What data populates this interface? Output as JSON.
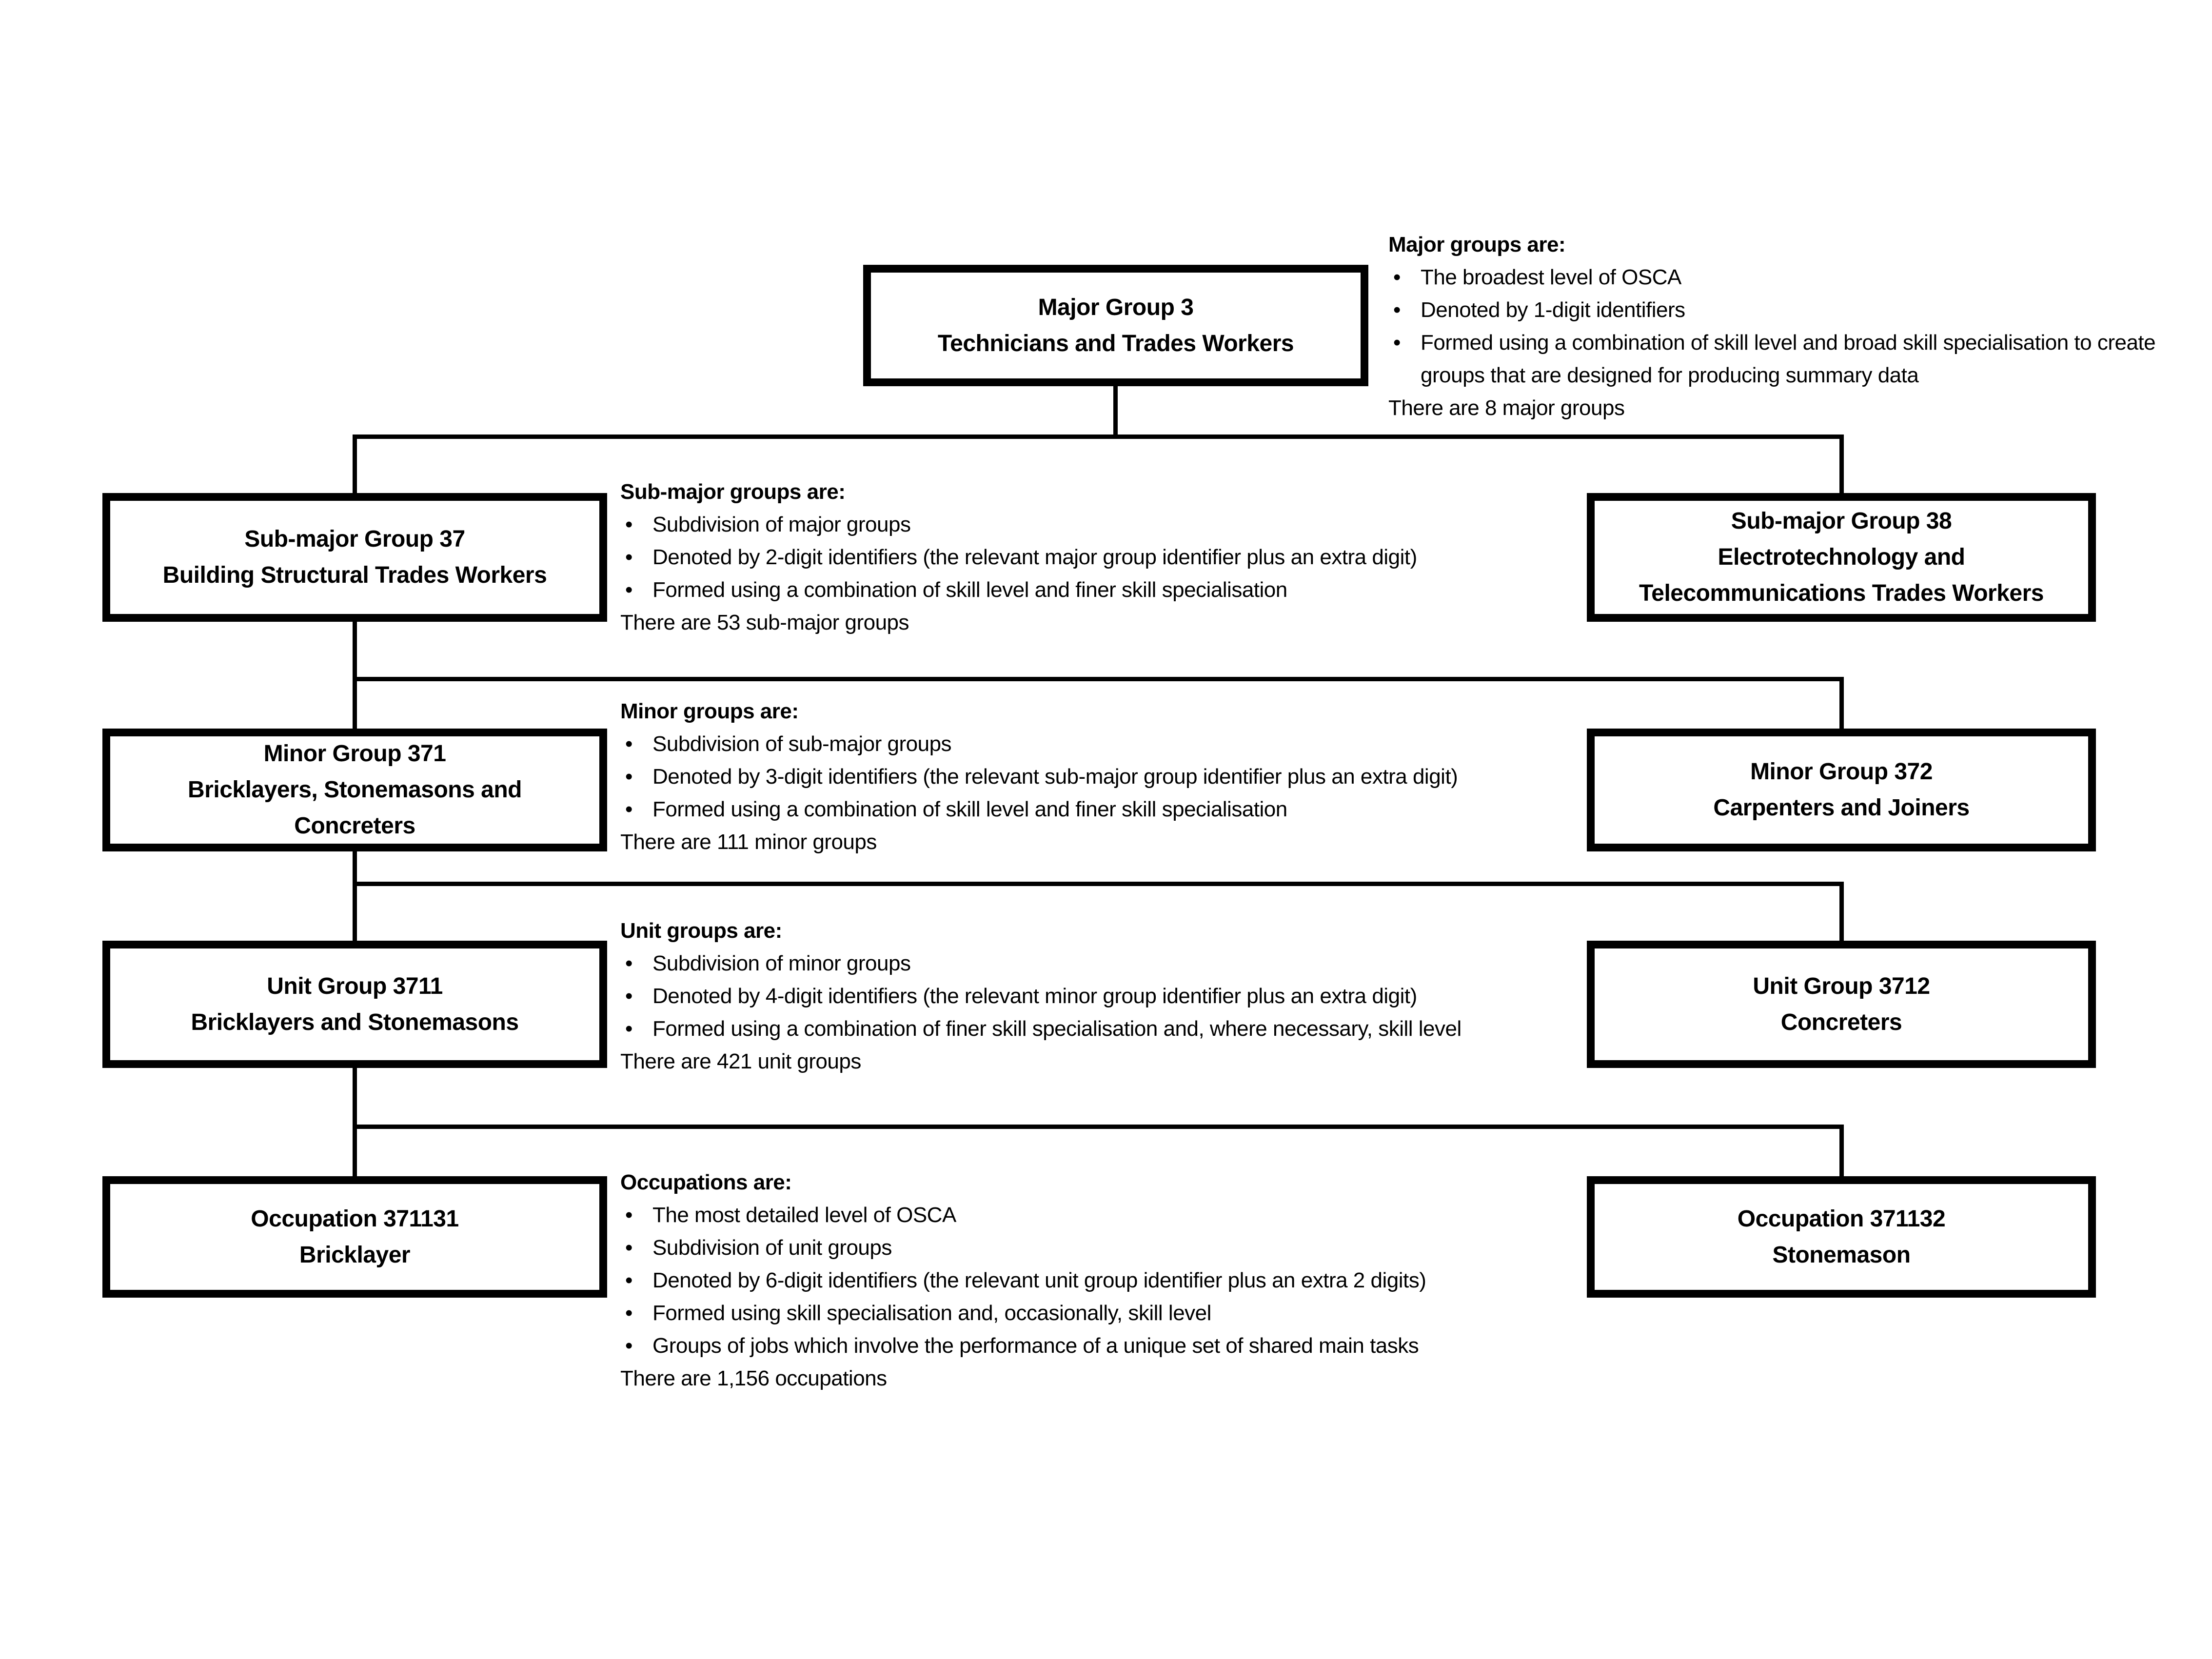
{
  "colors": {
    "background": "#ffffff",
    "line": "#000000",
    "text": "#000000"
  },
  "boxes": {
    "major": {
      "lines": [
        "Major Group 3",
        "Technicians and Trades Workers"
      ]
    },
    "submajor_left": {
      "lines": [
        "Sub-major Group 37",
        "Building Structural Trades Workers"
      ]
    },
    "submajor_right": {
      "lines": [
        "Sub-major Group 38",
        "Electrotechnology and",
        "Telecommunications Trades Workers"
      ]
    },
    "minor_left": {
      "lines": [
        "Minor Group 371",
        "Bricklayers, Stonemasons and",
        "Concreters"
      ]
    },
    "minor_right": {
      "lines": [
        "Minor Group 372",
        "Carpenters and Joiners"
      ]
    },
    "unit_left": {
      "lines": [
        "Unit Group 3711",
        "Bricklayers and Stonemasons"
      ]
    },
    "unit_right": {
      "lines": [
        "Unit Group 3712",
        "Concreters"
      ]
    },
    "occupation_left": {
      "lines": [
        "Occupation 371131",
        "Bricklayer"
      ]
    },
    "occupation_right": {
      "lines": [
        "Occupation 371132",
        "Stonemason"
      ]
    }
  },
  "notes": {
    "major": {
      "title": "Major groups are:",
      "bullets": [
        "The broadest level of OSCA",
        "Denoted by 1-digit identifiers",
        "Formed using a combination of skill level and broad skill specialisation to create groups that are designed for producing summary data"
      ],
      "footer": "There are 8 major groups"
    },
    "submajor": {
      "title": "Sub-major groups are:",
      "bullets": [
        "Subdivision of major groups",
        "Denoted by 2-digit identifiers (the relevant major group identifier plus an extra digit)",
        "Formed using a combination of skill level and finer skill specialisation"
      ],
      "footer": "There are 53 sub-major groups"
    },
    "minor": {
      "title": "Minor groups are:",
      "bullets": [
        "Subdivision of sub-major groups",
        "Denoted by 3-digit identifiers (the relevant sub-major group identifier plus an extra digit)",
        "Formed using a combination of skill level and finer skill specialisation"
      ],
      "footer": "There are 111 minor groups"
    },
    "unit": {
      "title": "Unit groups are:",
      "bullets": [
        "Subdivision of minor groups",
        "Denoted by 4-digit identifiers (the relevant minor group identifier plus an extra digit)",
        "Formed using a combination of finer skill specialisation and, where necessary, skill level"
      ],
      "footer": "There are 421 unit groups"
    },
    "occupation": {
      "title": "Occupations are:",
      "bullets": [
        "The most detailed level of OSCA",
        "Subdivision of unit groups",
        "Denoted by 6-digit identifiers (the relevant unit group identifier plus an extra 2 digits)",
        "Formed using skill specialisation and, occasionally, skill level",
        "Groups of jobs which involve the performance of a unique set of shared main tasks"
      ],
      "footer": "There are 1,156 occupations"
    }
  }
}
